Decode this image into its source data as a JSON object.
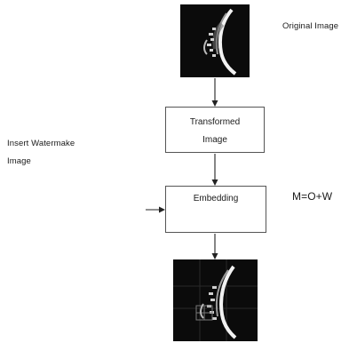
{
  "diagram": {
    "original_label": "Original Image",
    "transformed_line1": "Transformed",
    "transformed_line2": "Image",
    "insert_line1": "Insert Watermake",
    "insert_line2": "Image",
    "embedding_label": "Embedding",
    "equation": "M=O+W"
  }
}
